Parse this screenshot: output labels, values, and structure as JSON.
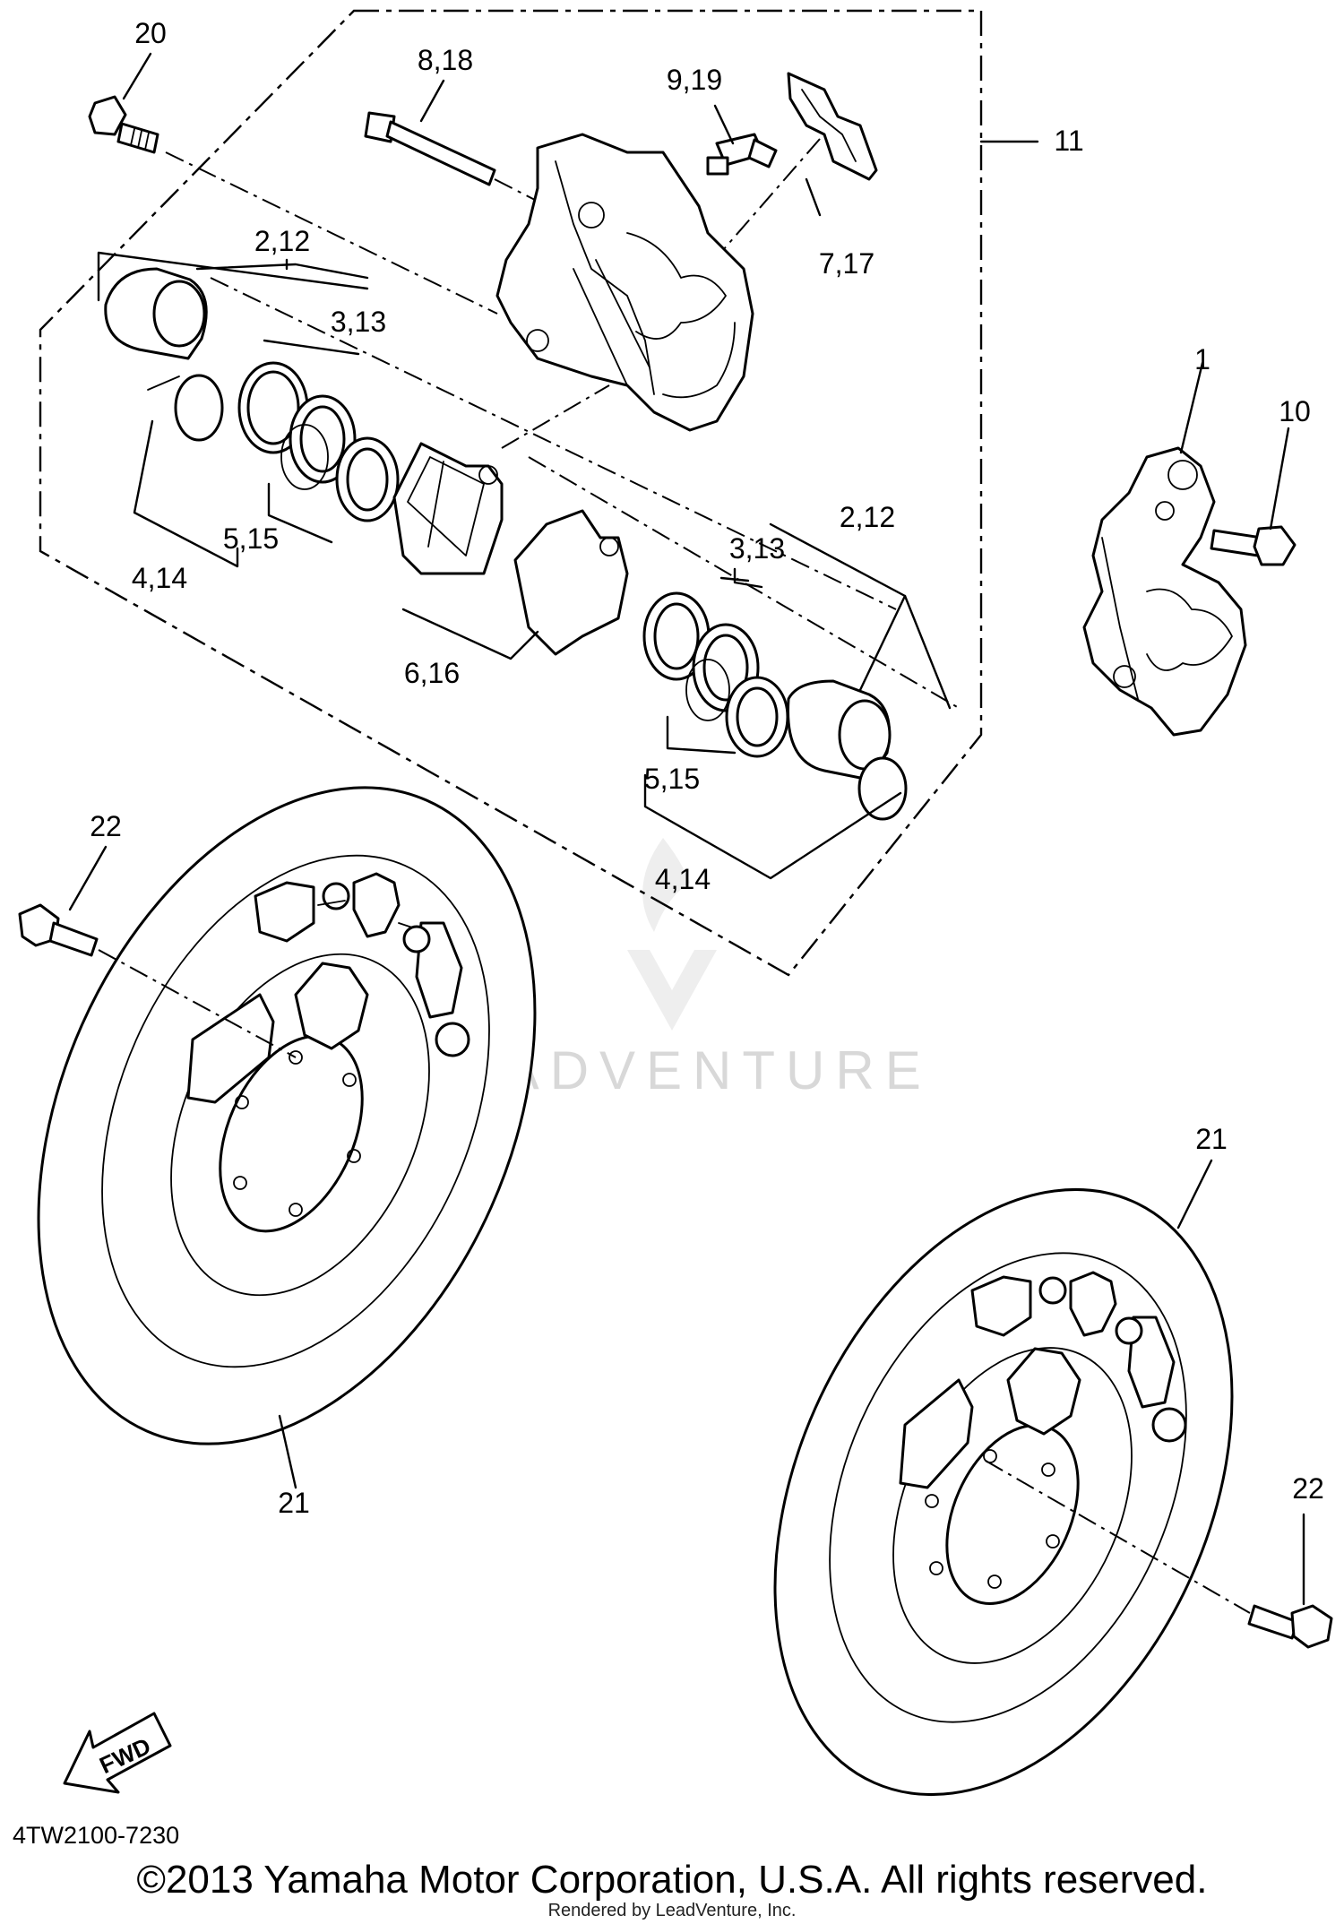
{
  "labels": {
    "l20": "20",
    "l8_18": "8,18",
    "l9_19": "9,19",
    "l11": "11",
    "l7_17": "7,17",
    "l2_12_a": "2,12",
    "l3_13_a": "3,13",
    "l5_15_a": "5,15",
    "l4_14_a": "4,14",
    "l6_16": "6,16",
    "l1": "1",
    "l10": "10",
    "l2_12_b": "2,12",
    "l3_13_b": "3,13",
    "l5_15_b": "5,15",
    "l4_14_b": "4,14",
    "l22_a": "22",
    "l21_a": "21",
    "l21_b": "21",
    "l22_b": "22"
  },
  "fwd_badge": "FWD",
  "diagram_code": "4TW2100-7230",
  "copyright": "©2013 Yamaha Motor Corporation, U.S.A. All rights reserved.",
  "rendered_by": "Rendered by LeadVenture, Inc.",
  "watermark": "LEADVENTURE",
  "icons": [
    "leadventure-logo-icon",
    "fwd-arrow-icon"
  ]
}
